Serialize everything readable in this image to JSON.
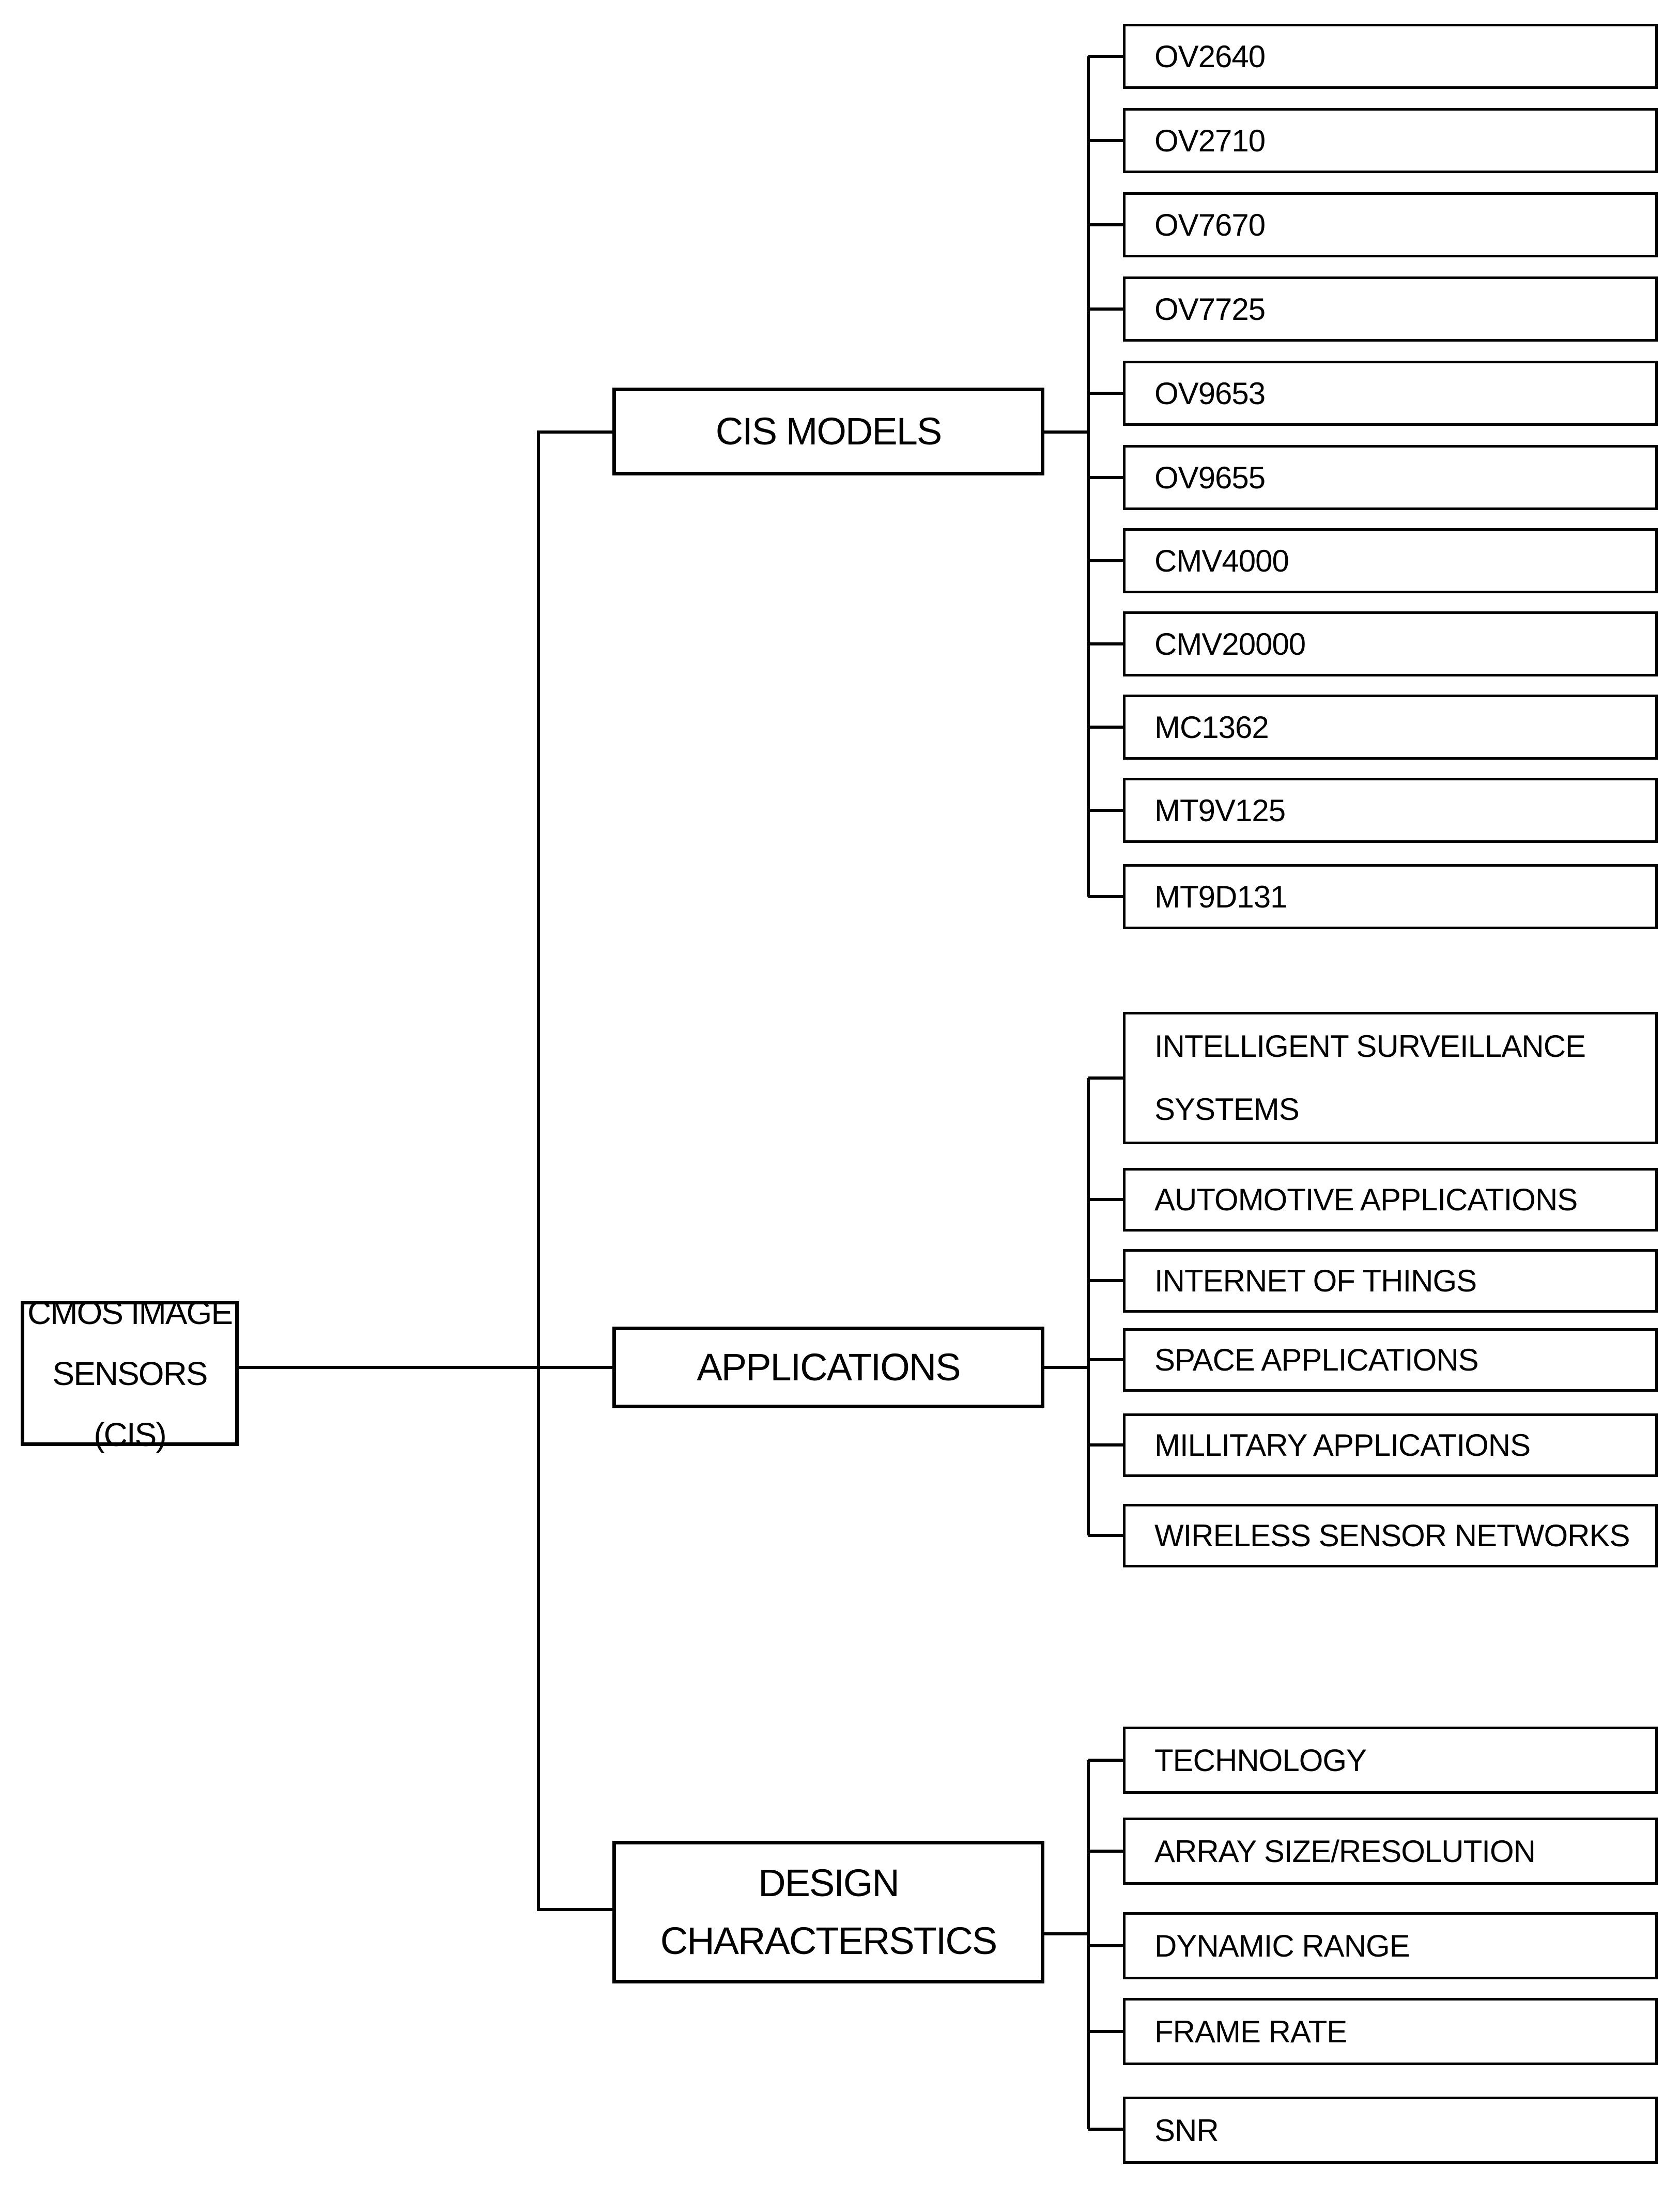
{
  "colors": {
    "background": "#ffffff",
    "line": "#000000",
    "text": "#000000"
  },
  "root": {
    "lines": [
      "CMOS IMAGE",
      "SENSORS (CIS)"
    ]
  },
  "cis_models": {
    "label": "CIS MODELS",
    "items": [
      "OV2640",
      "OV2710",
      "OV7670",
      "OV7725",
      "OV9653",
      "OV9655",
      "CMV4000",
      "CMV20000",
      "MC1362",
      "MT9V125",
      "MT9D131"
    ]
  },
  "applications": {
    "label": "APPLICATIONS",
    "items": [
      {
        "lines": [
          "INTELLIGENT SURVEILLANCE",
          "SYSTEMS"
        ]
      },
      {
        "lines": [
          "AUTOMOTIVE APPLICATIONS"
        ]
      },
      {
        "lines": [
          "INTERNET OF THINGS"
        ]
      },
      {
        "lines": [
          "SPACE APPLICATIONS"
        ]
      },
      {
        "lines": [
          "MILLITARY APPLICATIONS"
        ]
      },
      {
        "lines": [
          "WIRELESS SENSOR NETWORKS"
        ]
      }
    ]
  },
  "design_characteristics": {
    "label_lines": [
      "DESIGN",
      "CHARACTERSTICS"
    ],
    "items": [
      "TECHNOLOGY",
      "ARRAY SIZE/RESOLUTION",
      "DYNAMIC RANGE",
      "FRAME RATE",
      "SNR"
    ]
  }
}
